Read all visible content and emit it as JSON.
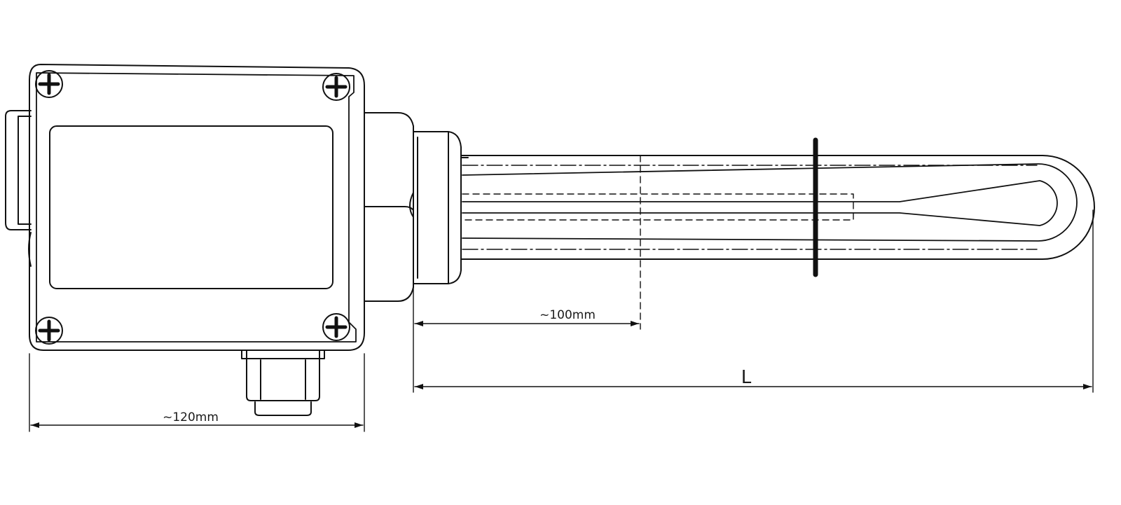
{
  "dimensions": {
    "immersion_depth": "~100mm",
    "housing_width": "~120mm",
    "overall_length": "L"
  }
}
